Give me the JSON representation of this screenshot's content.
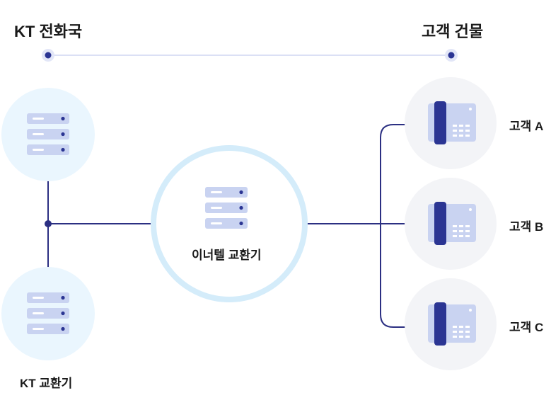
{
  "header": {
    "left_title": "KT 전화국",
    "right_title": "고객 건물"
  },
  "center": {
    "label": "이너텔 교환기"
  },
  "left": {
    "bottom_label": "KT 교환기"
  },
  "customers": [
    {
      "label": "고객 A"
    },
    {
      "label": "고객 B"
    },
    {
      "label": "고객 C"
    }
  ],
  "colors": {
    "line": "#2b2f82",
    "circle_light": "#eaf6fe",
    "circle_gray": "#f3f4f7",
    "ring": "#d4ecfa",
    "server": "#c9d3f1",
    "accent": "#2b3593"
  },
  "icons": [
    "server-icon",
    "phone-icon"
  ]
}
